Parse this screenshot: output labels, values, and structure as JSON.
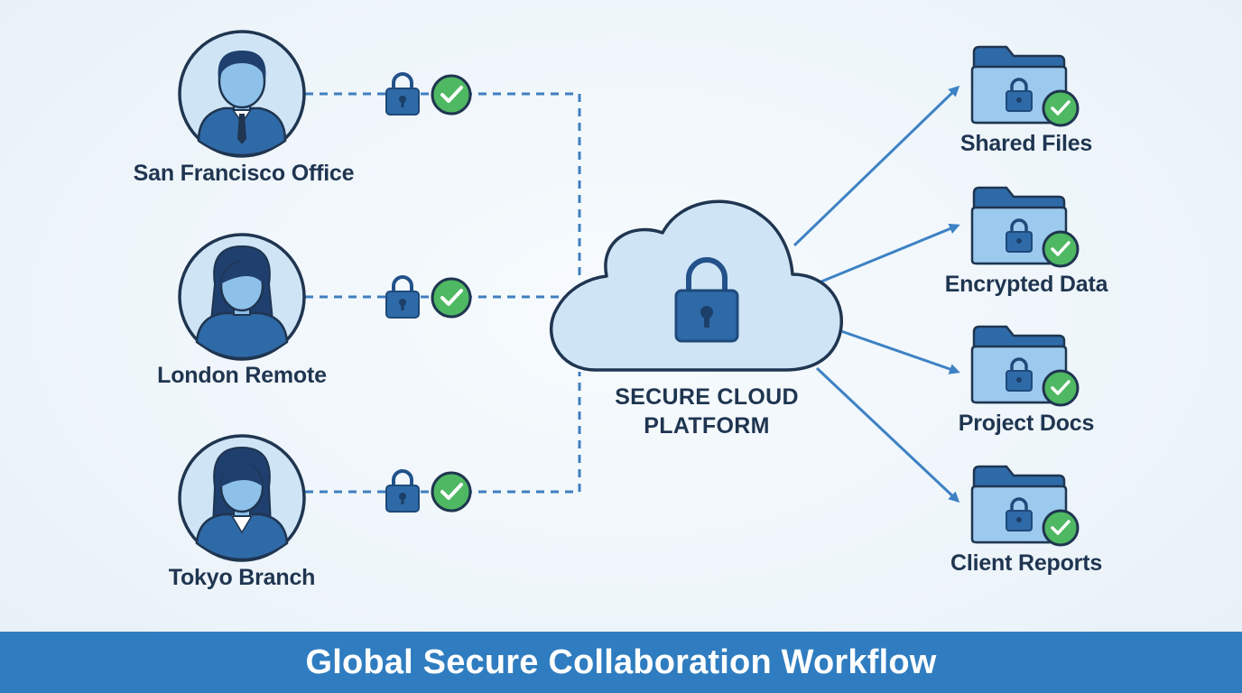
{
  "colors": {
    "primary_blue": "#2f6aa8",
    "dark_navy": "#1f3550",
    "light_blue_fill": "#cfe5f6",
    "check_green": "#4fb862",
    "footer_blue": "#2f7dc0"
  },
  "users": [
    {
      "label": "San Francisco Office",
      "avatar_icon": "businessman-avatar-icon"
    },
    {
      "label": "London Remote",
      "avatar_icon": "woman-avatar-icon"
    },
    {
      "label": "Tokyo Branch",
      "avatar_icon": "businesswoman-avatar-icon"
    }
  ],
  "cloud": {
    "label_line1": "SECURE CLOUD",
    "label_line2": "PLATFORM",
    "icon": "cloud-lock-icon"
  },
  "resources": [
    {
      "label": "Shared Files",
      "icon": "secure-folder-icon"
    },
    {
      "label": "Encrypted Data",
      "icon": "secure-folder-icon"
    },
    {
      "label": "Project Docs",
      "icon": "secure-folder-icon"
    },
    {
      "label": "Client Reports",
      "icon": "secure-folder-icon"
    }
  ],
  "footer": {
    "title": "Global Secure Collaboration Workflow"
  }
}
